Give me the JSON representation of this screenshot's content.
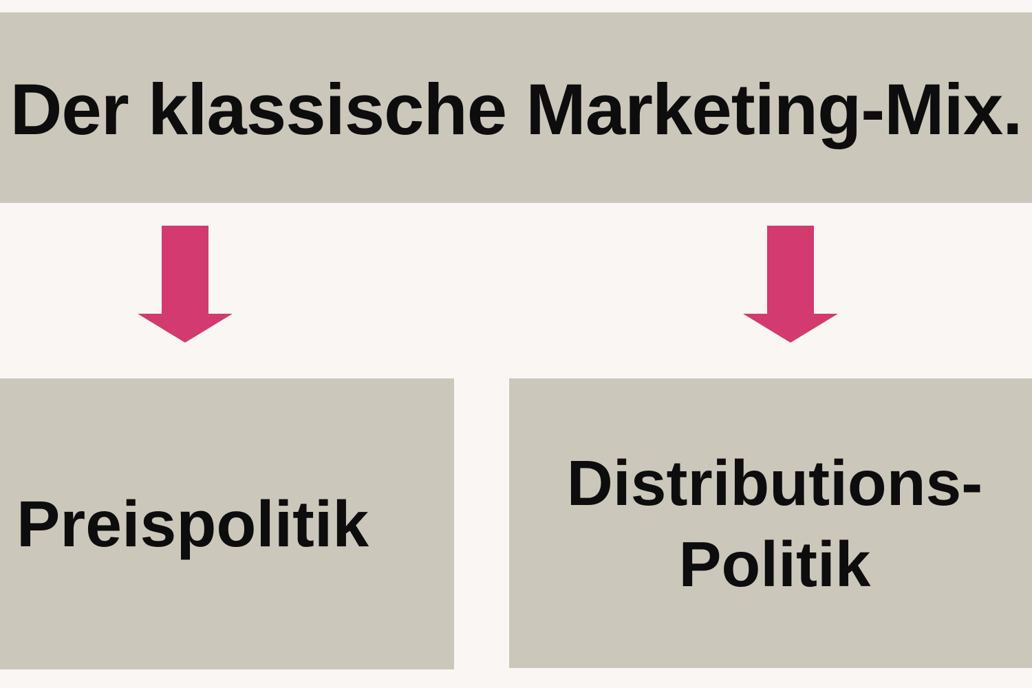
{
  "title": {
    "text": "Der klassische Marketing-Mix."
  },
  "boxes": [
    {
      "id": "preispolitik",
      "label": "Preispolitik"
    },
    {
      "id": "distributions-politik",
      "label_line1": "Distributions-",
      "label_line2": "Politik"
    }
  ],
  "arrows": [
    {
      "id": "left-down-arrow",
      "direction": "down"
    },
    {
      "id": "right-down-arrow",
      "direction": "down"
    }
  ],
  "colors": {
    "background": "#FAF6F3",
    "box": "#CBC8BB",
    "arrow": "#D23A70",
    "text": "#0D0D0D"
  }
}
